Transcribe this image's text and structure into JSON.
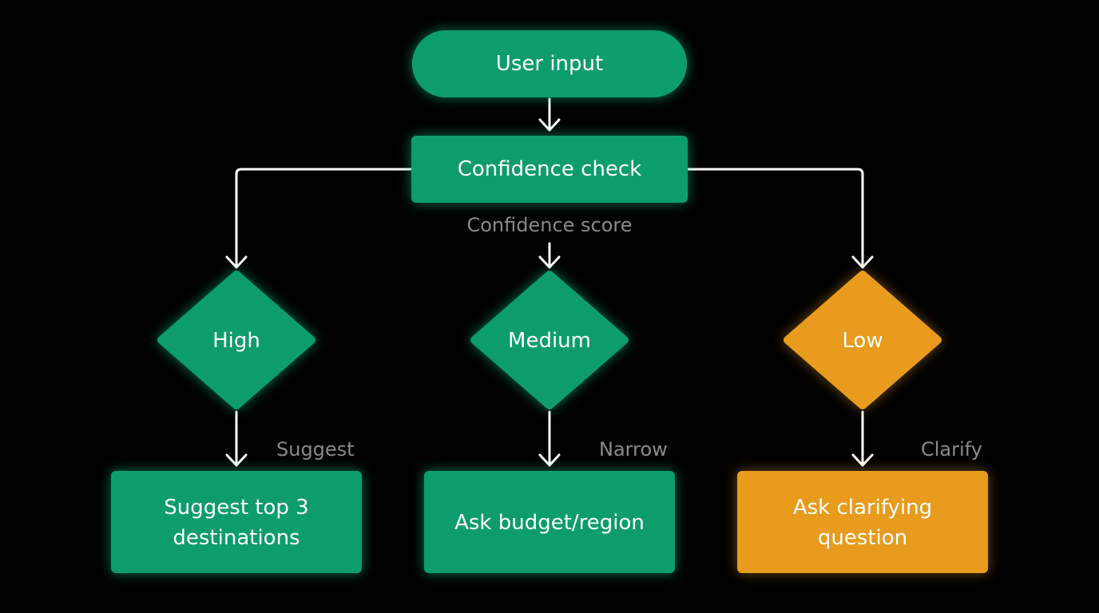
{
  "colors": {
    "background": "#000000",
    "primary": "#0a9d6c",
    "primary_glow": "#0fd08a",
    "warning": "#e89b1b",
    "edge": "#ffffff",
    "label": "#8a8a8a"
  },
  "nodes": {
    "start": {
      "label": "User input"
    },
    "check": {
      "label": "Confidence check"
    },
    "high": {
      "label": "High"
    },
    "medium": {
      "label": "Medium"
    },
    "low": {
      "label": "Low"
    },
    "suggest": {
      "line1": "Suggest top 3",
      "line2": "destinations"
    },
    "ask_budget": {
      "label": "Ask budget/region"
    },
    "clarify_q": {
      "line1": "Ask clarifying",
      "line2": "question"
    }
  },
  "edge_labels": {
    "score": "Confidence score",
    "suggest": "Suggest",
    "narrow": "Narrow",
    "clarify": "Clarify"
  }
}
